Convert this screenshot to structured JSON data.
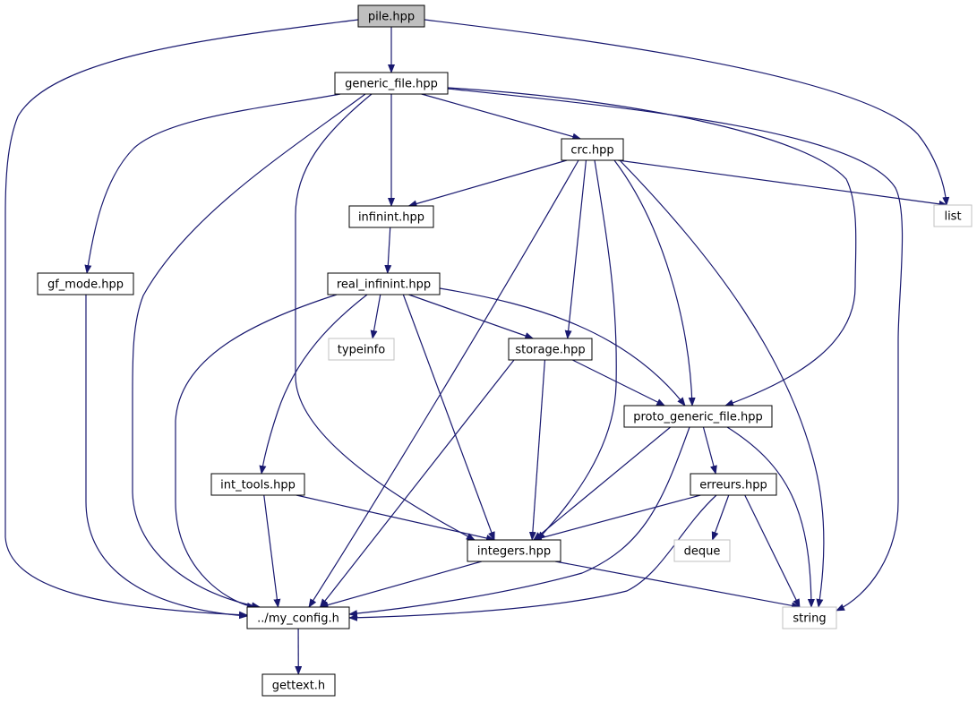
{
  "colors": {
    "edge": "#191970",
    "node_border": "#000000",
    "external_border": "#c0c0c0",
    "focus_fill": "#bfbfbf",
    "node_fill": "#ffffff"
  },
  "nodes": [
    {
      "id": "pile",
      "label": "pile.hpp",
      "kind": "focus"
    },
    {
      "id": "generic_file",
      "label": "generic_file.hpp",
      "kind": "internal"
    },
    {
      "id": "crc",
      "label": "crc.hpp",
      "kind": "internal"
    },
    {
      "id": "list",
      "label": "list",
      "kind": "external"
    },
    {
      "id": "infinint",
      "label": "infinint.hpp",
      "kind": "internal"
    },
    {
      "id": "gf_mode",
      "label": "gf_mode.hpp",
      "kind": "internal"
    },
    {
      "id": "real_infinint",
      "label": "real_infinint.hpp",
      "kind": "internal"
    },
    {
      "id": "typeinfo",
      "label": "typeinfo",
      "kind": "external"
    },
    {
      "id": "storage",
      "label": "storage.hpp",
      "kind": "internal"
    },
    {
      "id": "proto_generic_file",
      "label": "proto_generic_file.hpp",
      "kind": "internal"
    },
    {
      "id": "int_tools",
      "label": "int_tools.hpp",
      "kind": "internal"
    },
    {
      "id": "erreurs",
      "label": "erreurs.hpp",
      "kind": "internal"
    },
    {
      "id": "integers",
      "label": "integers.hpp",
      "kind": "internal"
    },
    {
      "id": "deque",
      "label": "deque",
      "kind": "external"
    },
    {
      "id": "my_config",
      "label": "../my_config.h",
      "kind": "internal"
    },
    {
      "id": "string",
      "label": "string",
      "kind": "external"
    },
    {
      "id": "gettext",
      "label": "gettext.h",
      "kind": "internal"
    }
  ],
  "edges": [
    {
      "from": "pile",
      "to": "generic_file"
    },
    {
      "from": "pile",
      "to": "list"
    },
    {
      "from": "pile",
      "to": "my_config"
    },
    {
      "from": "generic_file",
      "to": "crc"
    },
    {
      "from": "generic_file",
      "to": "infinint"
    },
    {
      "from": "generic_file",
      "to": "gf_mode"
    },
    {
      "from": "generic_file",
      "to": "integers"
    },
    {
      "from": "generic_file",
      "to": "my_config"
    },
    {
      "from": "generic_file",
      "to": "proto_generic_file"
    },
    {
      "from": "generic_file",
      "to": "string"
    },
    {
      "from": "crc",
      "to": "infinint"
    },
    {
      "from": "crc",
      "to": "list"
    },
    {
      "from": "crc",
      "to": "storage"
    },
    {
      "from": "crc",
      "to": "proto_generic_file"
    },
    {
      "from": "crc",
      "to": "integers"
    },
    {
      "from": "crc",
      "to": "my_config"
    },
    {
      "from": "crc",
      "to": "string"
    },
    {
      "from": "infinint",
      "to": "real_infinint"
    },
    {
      "from": "gf_mode",
      "to": "my_config"
    },
    {
      "from": "real_infinint",
      "to": "typeinfo"
    },
    {
      "from": "real_infinint",
      "to": "storage"
    },
    {
      "from": "real_infinint",
      "to": "proto_generic_file"
    },
    {
      "from": "real_infinint",
      "to": "int_tools"
    },
    {
      "from": "real_infinint",
      "to": "integers"
    },
    {
      "from": "real_infinint",
      "to": "my_config"
    },
    {
      "from": "storage",
      "to": "proto_generic_file"
    },
    {
      "from": "storage",
      "to": "integers"
    },
    {
      "from": "storage",
      "to": "my_config"
    },
    {
      "from": "proto_generic_file",
      "to": "erreurs"
    },
    {
      "from": "proto_generic_file",
      "to": "integers"
    },
    {
      "from": "proto_generic_file",
      "to": "my_config"
    },
    {
      "from": "proto_generic_file",
      "to": "string"
    },
    {
      "from": "int_tools",
      "to": "integers"
    },
    {
      "from": "int_tools",
      "to": "my_config"
    },
    {
      "from": "erreurs",
      "to": "integers"
    },
    {
      "from": "erreurs",
      "to": "deque"
    },
    {
      "from": "erreurs",
      "to": "string"
    },
    {
      "from": "erreurs",
      "to": "my_config"
    },
    {
      "from": "integers",
      "to": "my_config"
    },
    {
      "from": "integers",
      "to": "string"
    },
    {
      "from": "my_config",
      "to": "gettext"
    }
  ]
}
